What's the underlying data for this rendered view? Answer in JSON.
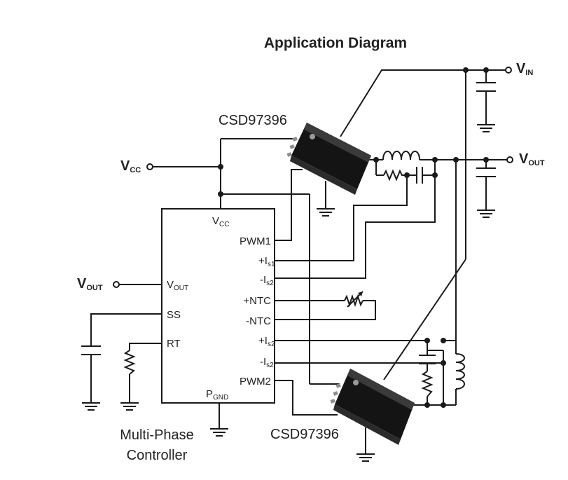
{
  "title": "Application Diagram",
  "chip_label": "CSD97396",
  "controller": {
    "label_line1": "Multi-Phase",
    "label_line2": "Controller",
    "vcc_main": "V",
    "vcc_sub": "CC",
    "vout_main": "V",
    "vout_sub": "OUT",
    "ss": "SS",
    "rt": "RT",
    "pgnd_main": "P",
    "pgnd_sub": "GND",
    "pwm1": "PWM1",
    "is1p_main": "+I",
    "is1p_sub": "s1",
    "is2m_main": "-I",
    "is2m_sub": "s2",
    "ntcp": "+NTC",
    "ntcm": "-NTC",
    "is2p_main": "+I",
    "is2p_sub": "s2",
    "is2m2_main": "-I",
    "is2m2_sub": "s2",
    "pwm2": "PWM2"
  },
  "terminals": {
    "vin_main": "V",
    "vin_sub": "IN",
    "vout_main": "V",
    "vout_sub": "OUT",
    "vcc_main": "V",
    "vcc_sub": "CC",
    "vout_left_main": "V",
    "vout_left_sub": "OUT"
  }
}
